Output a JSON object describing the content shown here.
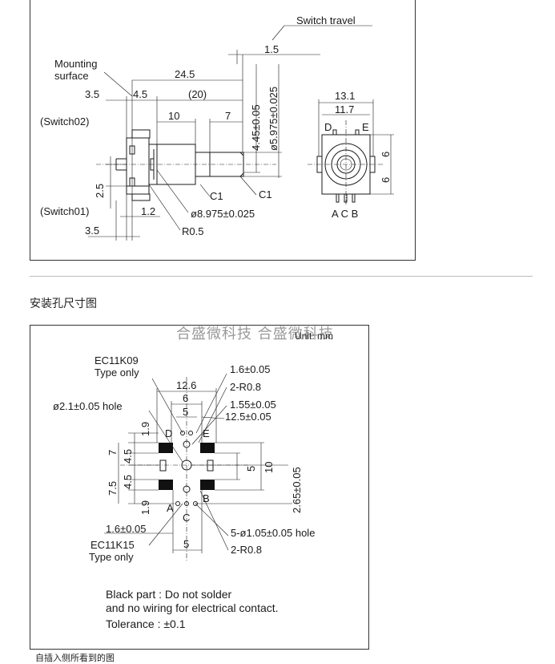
{
  "top": {
    "switch_travel": "Switch travel",
    "travel": "1.5",
    "mounting_surface_1": "Mounting",
    "mounting_surface_2": "surface",
    "d_24_5": "24.5",
    "d_4_5": "4.5",
    "d_3_5_top": "3.5",
    "d_20": "(20)",
    "d_10": "10",
    "d_7": "7",
    "switch02": "(Switch02)",
    "switch01": "(Switch01)",
    "d_2_5": "2.5",
    "d_1_2": "1.2",
    "d_3_5_bot": "3.5",
    "r0_5": "R0.5",
    "c1_a": "C1",
    "c1_b": "C1",
    "dia_8975": "ø8.975±0.025",
    "d_4_45": "4.45±0.05",
    "dia_5975": "ø5.975±0.025",
    "d_13_1": "13.1",
    "d_11_7": "11.7",
    "pin_d": "D",
    "pin_e": "E",
    "d_6_a": "6",
    "d_6_b": "6",
    "pins_acb": "A C B"
  },
  "section_title": "安装孔尺寸图",
  "watermark": "合盛微科技 合盛微科技",
  "unit": "Unit: mm",
  "bottom": {
    "ec11k09_1": "EC11K09",
    "ec11k09_2": "Type only",
    "d_12_6": "12.6",
    "d_6": "6",
    "d_5_top": "5",
    "d_1_6_top": "1.6±0.05",
    "r2_0_8_top": "2-R0.8",
    "d_1_55": "1.55±0.05",
    "d_12_5": "12.5±0.05",
    "hole_2_1": "ø2.1±0.05 hole",
    "d_1_9_top": "1.9",
    "d_7": "7",
    "d_4_5_a": "4.5",
    "d_4_5_b": "4.5",
    "d_7_5": "7.5",
    "d_1_9_bot": "1.9",
    "d_5_mid": "5",
    "d_10": "10",
    "d_2_65": "2.65±0.05",
    "pin_d": "D",
    "pin_e": "E",
    "pin_a": "A",
    "pin_b": "B",
    "pin_c": "C",
    "d_1_6_bot": "1.6±0.05",
    "ec11k15_1": "EC11K15",
    "ec11k15_2": "Type only",
    "d_5_bot": "5",
    "holes_5": "5-ø1.05±0.05 hole",
    "r2_0_8_bot": "2-R0.8"
  },
  "notes": {
    "line1": "Black part : Do not solder",
    "line2": "and no wiring for electrical contact.",
    "line3": "Tolerance : ±0.1"
  },
  "caption": "自插入侧所看到的图"
}
